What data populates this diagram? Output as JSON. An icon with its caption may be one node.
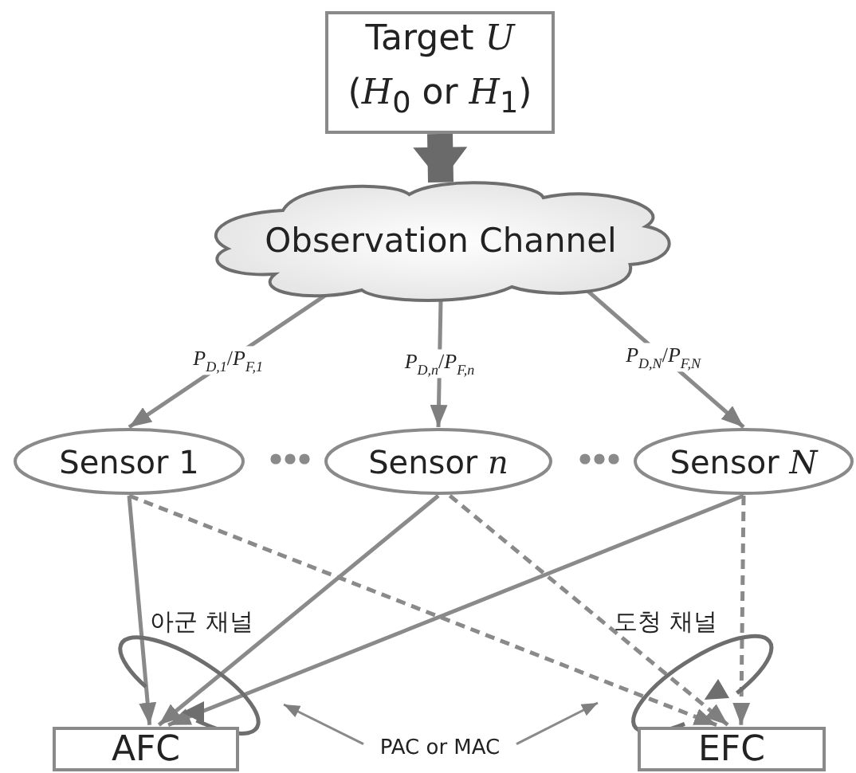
{
  "diagram": {
    "nodes": [
      {
        "text": [
          "Target *U*",
          "(*H*$_{0}$ or *H*$_{1}$)"
        ]
      },
      {
        "text": [
          "Observation Channel"
        ]
      },
      {
        "text": [
          "Sensor 1"
        ]
      },
      {
        "text": [
          "Sensor *n*"
        ]
      },
      {
        "text": [
          "Sensor *N*"
        ]
      },
      {
        "text": [
          "AFC"
        ]
      },
      {
        "text": [
          "EFC"
        ]
      },
      {
        "text": [
          "PAC or MAC"
        ]
      }
    ],
    "edges": [
      {
        "from": 0,
        "to": 1,
        "arrow": "to",
        "style": "thick"
      },
      {
        "from": 1,
        "to": 2,
        "arrow": "to",
        "label": "*P*$_{D,1}$/*P*$_{F,1}$"
      },
      {
        "from": 1,
        "to": 3,
        "arrow": "to",
        "label": "*P*$_{D,n}$/*P*$_{F,n}$"
      },
      {
        "from": 1,
        "to": 4,
        "arrow": "to",
        "label": "*P*$_{D,N}$/*P*$_{F,N}$"
      },
      {
        "from": 2,
        "to": 5,
        "arrow": "to"
      },
      {
        "from": 2,
        "to": 6,
        "arrow": "to",
        "style": "dashed"
      },
      {
        "from": 3,
        "to": 5,
        "arrow": "to"
      },
      {
        "from": 3,
        "to": 6,
        "arrow": "to",
        "style": "dashed"
      },
      {
        "from": 4,
        "to": 5,
        "arrow": "to"
      },
      {
        "from": 4,
        "to": 6,
        "arrow": "to",
        "style": "dashed"
      },
      {
        "from": 7,
        "to": null,
        "arrow": "to"
      },
      {
        "from": 7,
        "to": null,
        "arrow": "to"
      }
    ],
    "labels": [
      "아군 채널",
      "도청 채널"
    ]
  }
}
